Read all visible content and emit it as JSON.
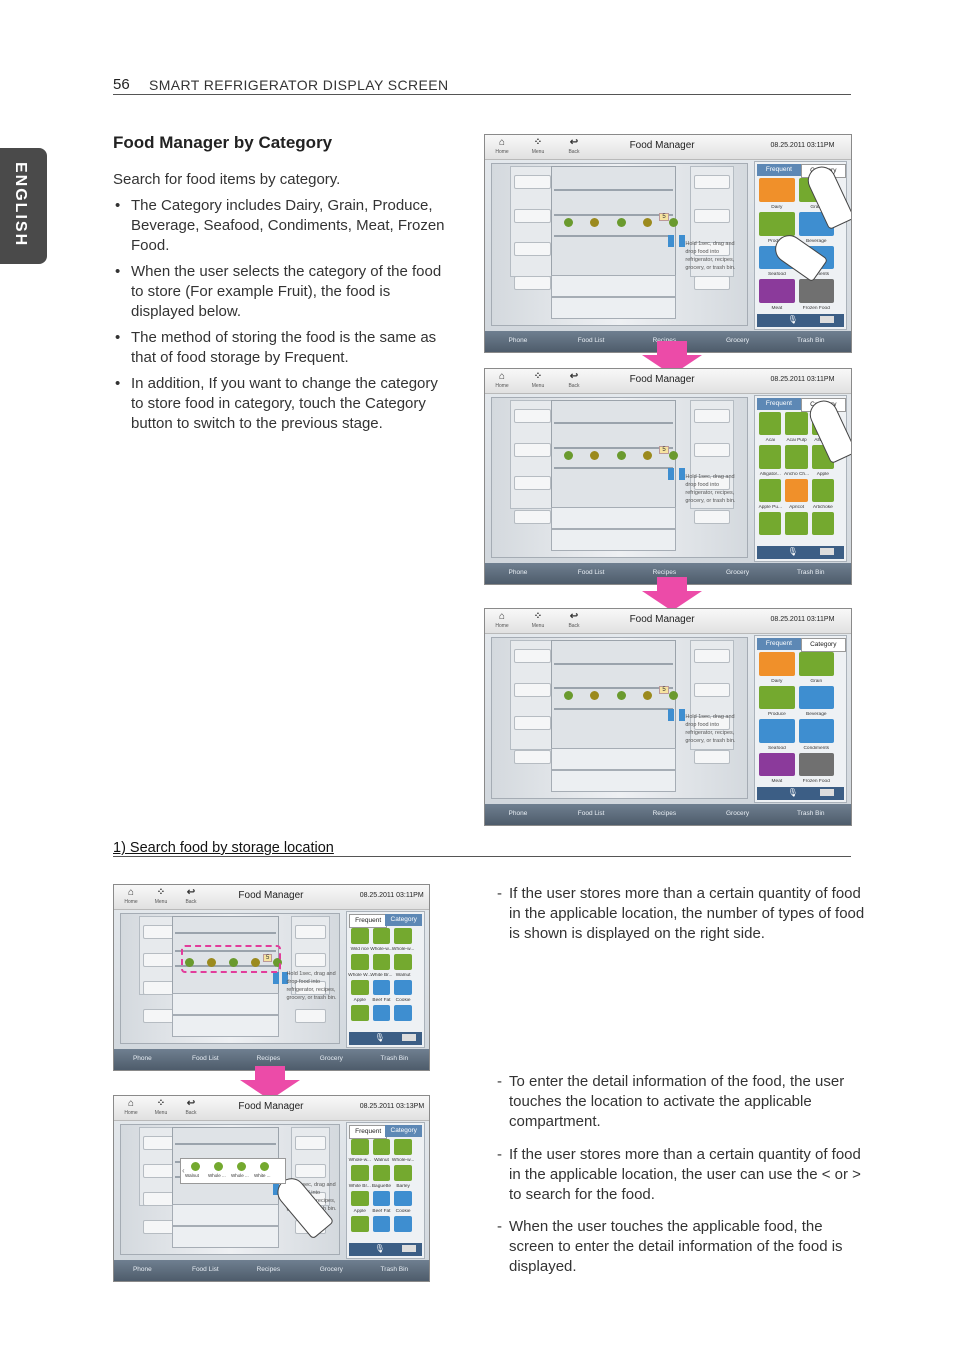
{
  "header": {
    "page_number": "56",
    "title": "SMART REFRIGERATOR DISPLAY SCREEN"
  },
  "side_tab": "ENGLISH",
  "section": {
    "title": "Food Manager by Category",
    "intro": "Search for food items by category.",
    "bullets": [
      "The Category includes Dairy, Grain, Produce, Beverage, Seafood, Condiments, Meat, Frozen Food.",
      "When the user selects the category of the food to store (For example Fruit), the food is displayed below.",
      "The method of storing the food is the same as that of food storage by Frequent.",
      "In addition, If you want to change the category to store food in category, touch the Category button to switch to the previous stage."
    ]
  },
  "subsection": {
    "title": "1) Search food by storage location"
  },
  "notes": [
    "If the user stores more than a certain quantity of food in the applicable location, the number of types of food is shown is displayed on the right side.",
    "To enter the detail information of the food, the user touches the location to activate the applicable compartment.",
    "If the user stores more than a certain quantity of food in the applicable location, the user can use the < or > to search for the food.",
    "When the user touches the applicable food, the screen to enter the detail information of the food is displayed."
  ],
  "note_dash": "-",
  "screen": {
    "nav": {
      "home": "Home",
      "menu": "Menu",
      "back": "Back"
    },
    "title": "Food Manager",
    "datetime": "08.25.2011 03:11PM",
    "datetime_2": "08.25.2011 03:13PM",
    "tab_frequent": "Frequent",
    "tab_category": "Category",
    "hint": [
      "Hold 1sec, drag and",
      "drop food into",
      "refrigerator, recipes,",
      "grocery, or trash bin."
    ],
    "bottom_nav": [
      "Phone",
      "Food List",
      "Recipes",
      "Grocery",
      "Trash Bin"
    ],
    "count_badge": "5",
    "categories": [
      "Dairy",
      "Grain",
      "Produce",
      "Beverage",
      "Seafood",
      "Condiments",
      "Meat",
      "Frozen Food"
    ],
    "fruit_items": [
      "Acai",
      "Acai Pulp",
      "Alligat...",
      "Alligator...",
      "Ancho Ch...",
      "Apple",
      "Apple Pu...",
      "Apricot",
      "Artichoke",
      "",
      "",
      ""
    ],
    "frequent_items_a": [
      "Wild rice",
      "Whole-w...",
      "Whole-w...",
      "Whole W...",
      "White Br...",
      "Walnut",
      "Apple",
      "Beef Fat",
      "Cookie",
      "",
      "",
      ""
    ],
    "frequent_items_b": [
      "Whole-w...",
      "Walnut",
      "Whole-w...",
      "White Br...",
      "Baguette",
      "Barley",
      "Apple",
      "Beef Fat",
      "Cookie",
      "",
      "",
      ""
    ],
    "popup_items": [
      "Walnut",
      "Whole ...",
      "Whole ...",
      "White ..."
    ]
  },
  "colors": {
    "accent_pink": "#ec4ba8",
    "tab_blue": "#5d88b5",
    "cat_orange": "#f0902a",
    "cat_green": "#74a92f",
    "cat_blue": "#3e8ed0",
    "cat_purple": "#8b3a9b",
    "cat_gray": "#707070"
  }
}
